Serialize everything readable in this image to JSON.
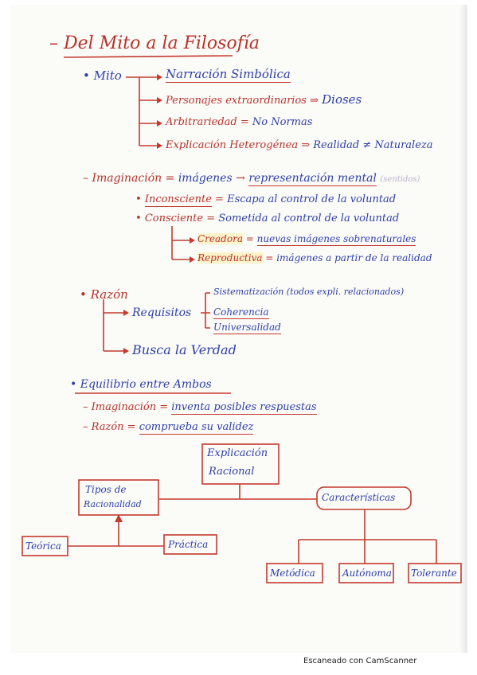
{
  "title": "Del Mito a la Filosofía",
  "mito": {
    "label": "Mito",
    "items": [
      {
        "text": "Narración Simbólica",
        "result": ""
      },
      {
        "text": "Personajes extraordinarios",
        "result": "Dioses"
      },
      {
        "text": "Arbitrariedad",
        "result": "No Normas"
      },
      {
        "text": "Explicación Heterogénea",
        "result": "Realidad ≠ Naturaleza"
      }
    ]
  },
  "imaginacion": {
    "label": "Imaginación",
    "value": "imágenes",
    "result": "representación mental",
    "note": "(sentidos)",
    "inconsciente": "Inconsciente",
    "inconsciente_text": "Escapa al control de la voluntad",
    "consciente": "Consciente",
    "consciente_text": "Sometida al control de la voluntad",
    "creadora": "Creadora",
    "creadora_text": "nuevas imágenes sobrenaturales",
    "reproductiva": "Reproductiva",
    "reproductiva_text": "imágenes a partir de la realidad"
  },
  "razon": {
    "label": "Razón",
    "requisitos": "Requisitos",
    "items": [
      "Sistematización (todos expli. relacionados)",
      "Coherencia",
      "Universalidad"
    ],
    "busca": "Busca la Verdad"
  },
  "equilibrio": {
    "title": "Equilibrio entre Ambos",
    "line1_label": "Imaginación",
    "line1_text": "inventa posibles respuestas",
    "line2_label": "Razón",
    "line2_text": "comprueba su validez"
  },
  "diagram": {
    "root_line1": "Explicación",
    "root_line2": "Racional",
    "tipos_line1": "Tipos de",
    "tipos_line2": "Racionalidad",
    "caracteristicas": "Características",
    "teorica": "Teórica",
    "practica": "Práctica",
    "metodica": "Metódica",
    "autonoma": "Autónoma",
    "tolerante": "Tolerante"
  },
  "footer": "Escaneado con CamScanner"
}
